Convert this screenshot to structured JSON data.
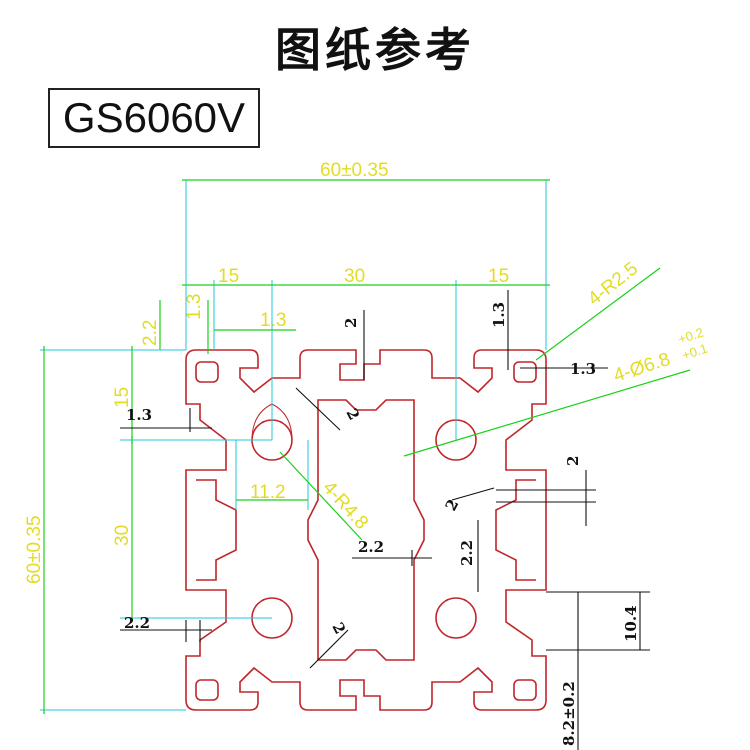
{
  "title": "图纸参考",
  "model": "GS6060V",
  "colors": {
    "profile": "#c0262b",
    "dim_line": "#19d119",
    "ext_line": "#1fc7d8",
    "dim_text_yellow": "#e3dc24",
    "dim_text_black": "#111111"
  },
  "dimensions": {
    "overall_width": "60±0.35",
    "overall_height": "60±0.35",
    "top_left_15": "15",
    "top_mid_30": "30",
    "top_right_15": "15",
    "left_15": "15",
    "left_30": "30",
    "left_2_2": "2.2",
    "left_1_3": "1.3",
    "yellow_1_3_inner": "1.3",
    "yellow_1_3_top": "1.3",
    "black_1_3_left": "1.3",
    "black_1_3_right": "1.3",
    "black_1_3_topright": "1.3",
    "radius_callout": "4-R2.5",
    "hole_callout": "4-Ø6.8",
    "hole_tol_plus": "+0.2",
    "hole_tol_minus": "+0.1",
    "fillet_callout": "4-R4.8",
    "dim_11_2": "11.2",
    "dim_2_top": "2",
    "dim_2_web_tl": "2",
    "dim_2_right": "2",
    "dim_2_web_r": "2",
    "dim_2_bottom": "2",
    "dim_2_2_center": "2.2",
    "dim_2_2_right": "2.2",
    "dim_2_2_left_bottom": "2.2",
    "dim_10_4": "10.4",
    "dim_8_2": "8.2±0.2"
  }
}
